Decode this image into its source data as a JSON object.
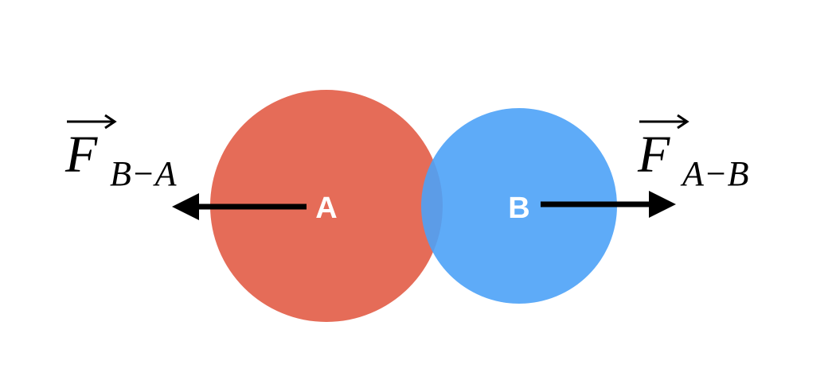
{
  "colors": {
    "ball_a": "#e3604a",
    "ball_b": "#4da2f7",
    "arrow": "#000000",
    "background": "#ffffff"
  },
  "ball_a": {
    "label": "A"
  },
  "ball_b": {
    "label": "B"
  },
  "force_on_a": {
    "symbol": "F",
    "subscript": "B−A",
    "direction": "left"
  },
  "force_on_b": {
    "symbol": "F",
    "subscript": "A−B",
    "direction": "right"
  }
}
